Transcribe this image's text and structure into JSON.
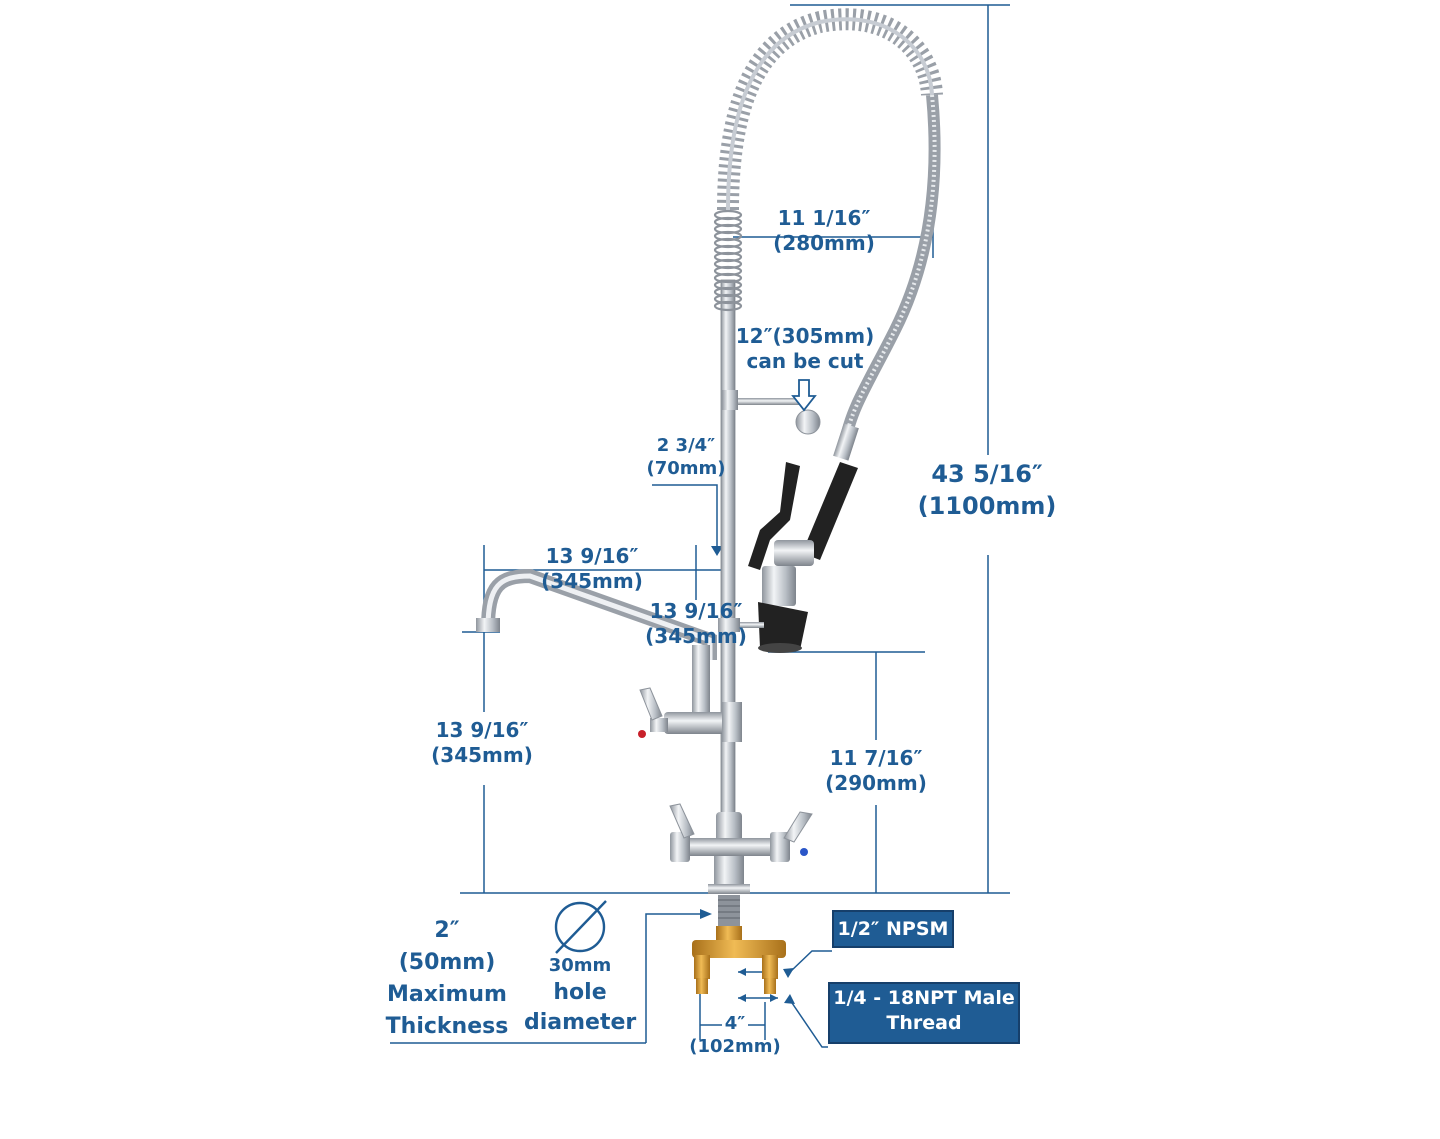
{
  "colors": {
    "dimension": "#1f5c94",
    "chrome": "#c7ccd3",
    "chrome_dark": "#8d939b",
    "brass": "#d39a2c",
    "black": "#222222",
    "hot_accent": "#c8202a",
    "cold_accent": "#2a56c8"
  },
  "labels": {
    "hose_width": [
      "11 1/16″",
      "(280mm)"
    ],
    "cut_length": [
      "12″(305mm)",
      "can be cut"
    ],
    "wall_bracket_offset": [
      "2 3/4″",
      "(70mm)"
    ],
    "spout_reach_top": [
      "13 9/16″",
      "(345mm)"
    ],
    "spout_reach_mid": [
      "13 9/16″",
      "(345mm)"
    ],
    "spout_height": [
      "13 9/16″",
      "(345mm)"
    ],
    "sprayer_height": [
      "11 7/16″",
      "(290mm)"
    ],
    "total_height": [
      "43 5/16″",
      "(1100mm)"
    ],
    "max_thickness": [
      "2″",
      "(50mm)",
      "Maximum",
      "Thickness"
    ],
    "hole_diameter": [
      "30mm",
      "hole",
      "diameter"
    ],
    "inlet_spacing": [
      "4″",
      "(102mm)"
    ]
  },
  "callouts": {
    "npsm": "1/2″ NPSM",
    "thread": [
      "1/4 - 18NPT Male",
      "Thread"
    ]
  },
  "icons": {
    "diameter": "diameter-icon",
    "cut_arrow": "down-arrow-icon"
  }
}
